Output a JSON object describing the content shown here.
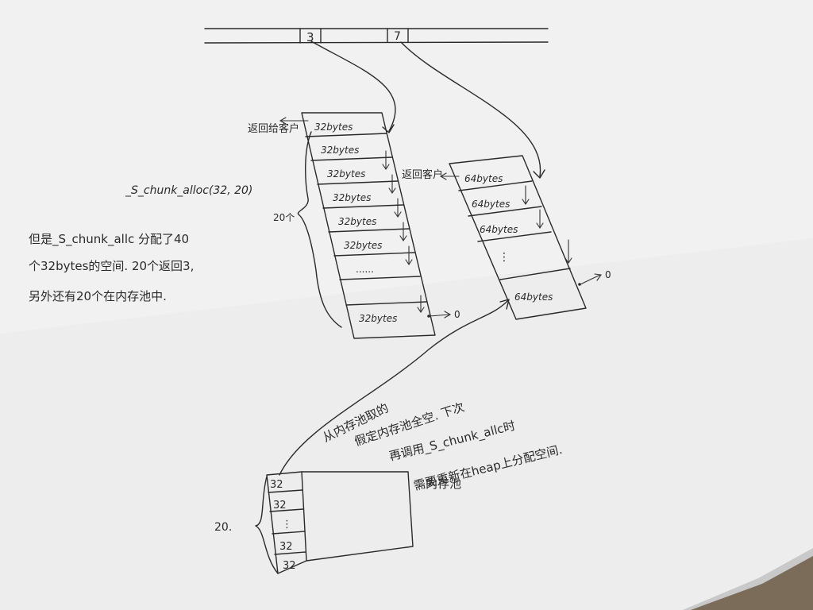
{
  "colors": {
    "paper": "#eeeeee",
    "paper_shadow": "#cfcfcf",
    "ink": "#2a2a2a",
    "desk": "#7b6c59"
  },
  "free_list": {
    "slot_left": "3",
    "slot_right": "7"
  },
  "list_32": {
    "return_label": "返回给客户",
    "blocks": [
      "32bytes",
      "32bytes",
      "32bytes",
      "32bytes",
      "32bytes",
      "32bytes",
      "......",
      "32bytes"
    ],
    "null_end": "0",
    "count_label": "20个",
    "call_label": "_S_chunk_alloc(32, 20)"
  },
  "list_64": {
    "return_label": "返回客户",
    "blocks": [
      "64bytes",
      "64bytes",
      "64bytes",
      "⋮",
      "64bytes"
    ],
    "null_end": "0"
  },
  "notes": {
    "left": [
      "但是_S_chunk_allc 分配了40",
      "个32bytes的空间. 20个返回3,",
      "另外还有20个在内存池中."
    ],
    "middle": [
      "从内存池取的",
      "假定内存池全空. 下次",
      "再调用_S_chunk_allc时",
      "需要重新在heap上分配空间."
    ]
  },
  "memory_pool": {
    "blocks": [
      "32",
      "32",
      "⋮",
      "32",
      "32"
    ],
    "count": "20.",
    "label": "内存池"
  }
}
